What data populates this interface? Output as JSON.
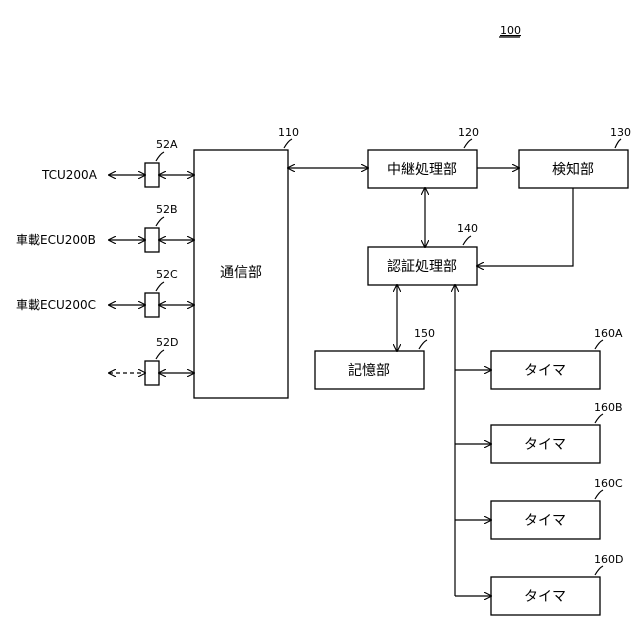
{
  "figure_ref": "100",
  "blocks": {
    "communication": {
      "label": "通信部",
      "ref": "110"
    },
    "relay": {
      "label": "中継処理部",
      "ref": "120"
    },
    "detection": {
      "label": "検知部",
      "ref": "130"
    },
    "auth": {
      "label": "認証処理部",
      "ref": "140"
    },
    "storage": {
      "label": "記憶部",
      "ref": "150"
    },
    "timers": [
      {
        "label": "タイマ",
        "ref": "160A"
      },
      {
        "label": "タイマ",
        "ref": "160B"
      },
      {
        "label": "タイマ",
        "ref": "160C"
      },
      {
        "label": "タイマ",
        "ref": "160D"
      }
    ]
  },
  "ports": [
    {
      "ref": "52A",
      "external": "TCU200A"
    },
    {
      "ref": "52B",
      "external": "車載ECU200B"
    },
    {
      "ref": "52C",
      "external": "車載ECU200C"
    },
    {
      "ref": "52D",
      "external": ""
    }
  ]
}
